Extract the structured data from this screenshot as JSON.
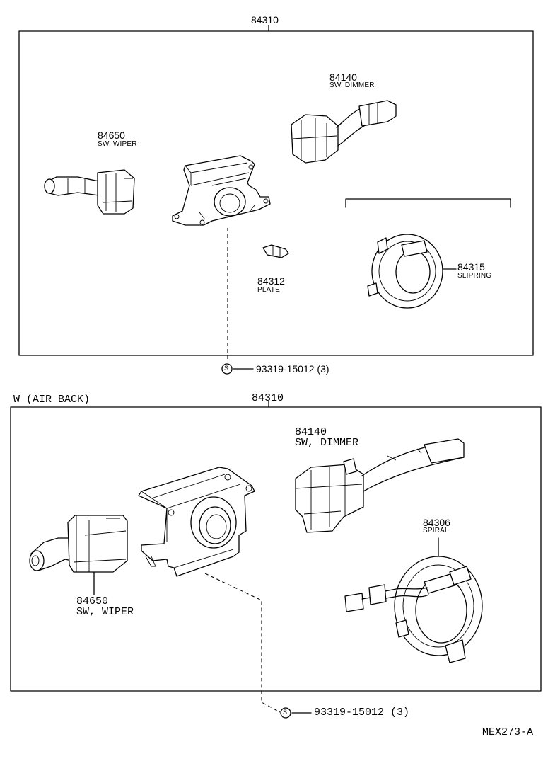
{
  "upper": {
    "assembly_number": "84310",
    "dimmer_switch": {
      "part": "84140",
      "name": "SW, DIMMER"
    },
    "wiper_switch": {
      "part": "84650",
      "name": "SW, WIPER"
    },
    "plate": {
      "part": "84312",
      "name": "PLATE"
    },
    "slip_ring": {
      "part": "84315",
      "name": "SLIPRING"
    },
    "screw": {
      "symbol": "S",
      "part": "93319-15012 (3)"
    }
  },
  "lower": {
    "variant": "W (AIR BACK)",
    "assembly_number": "84310",
    "dimmer_switch": {
      "part": "84140",
      "name": "SW, DIMMER"
    },
    "wiper_switch": {
      "part": "84650",
      "name": "SW, WIPER"
    },
    "spiral": {
      "part": "84306",
      "name": "SPIRAL"
    },
    "screw": {
      "symbol": "S",
      "part": "93319-15012 (3)"
    }
  },
  "diagram_code": "MEX273-A"
}
